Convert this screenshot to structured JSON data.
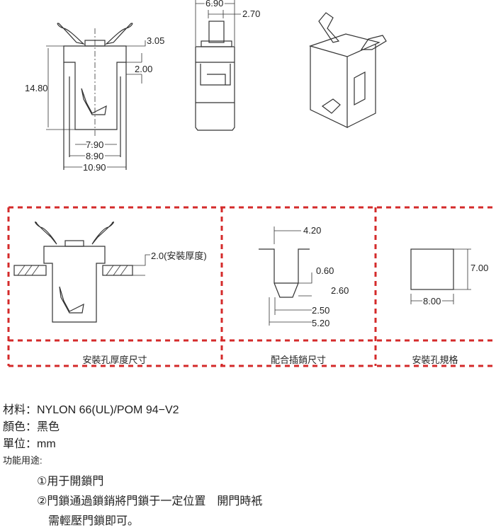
{
  "front_view": {
    "dims": {
      "top_gap": "3.05",
      "slot": "2.00",
      "height": "14.80",
      "inner": "7.90",
      "mid": "8.90",
      "outer": "10.90"
    }
  },
  "side_view": {
    "dims": {
      "width": "6.90",
      "tab": "2.70"
    }
  },
  "panels": [
    {
      "label": "安裝孔厚度尺寸",
      "thickness": "2.0(安裝厚度)"
    },
    {
      "label": "配合插銷尺寸",
      "dims": {
        "top": "4.20",
        "gap": "0.60",
        "height": "2.60",
        "tip": "2.50",
        "base": "5.20"
      }
    },
    {
      "label": "安裝孔規格",
      "dims": {
        "height": "7.00",
        "width": "8.00"
      }
    }
  ],
  "specs": {
    "material": "材料：NYLON 66(UL)/POM 94−V2",
    "color": "顏色：黑色",
    "unit": "單位：mm",
    "function_title": "功能用途:",
    "function_1": "①用于開鎖門",
    "function_2": "②門鎖通過鎖銷將門鎖于一定位置　開門時衹",
    "function_2b": "需輕壓門鎖即可。"
  },
  "colors": {
    "accent": "#d42a2a"
  }
}
